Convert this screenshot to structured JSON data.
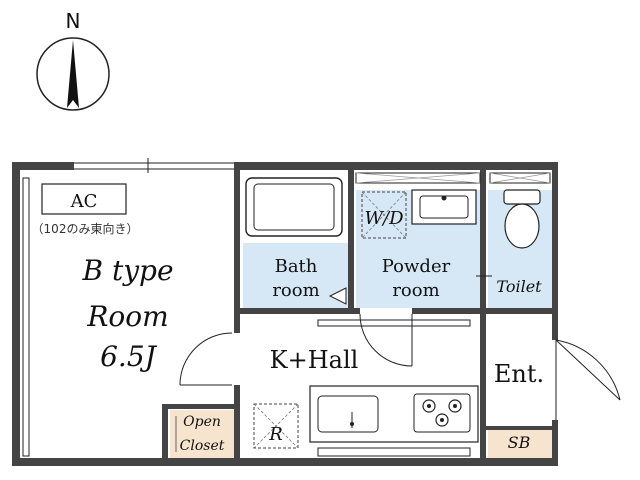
{
  "compass": {
    "north_label": "N"
  },
  "rooms": {
    "main_room_type": "B type",
    "main_room_name": "Room",
    "main_room_size": "6.5J",
    "ac_label": "AC",
    "ac_note": "（102のみ東向き）",
    "closet_line1": "Open",
    "closet_line2": "Closet",
    "bath_line1": "Bath",
    "bath_line2": "room",
    "wd_label": "W/D",
    "powder_line1": "Powder",
    "powder_line2": "room",
    "toilet_label": "Toilet",
    "kitchen_label": "K+Hall",
    "entrance_label": "Ent.",
    "sb_label": "SB",
    "fridge_label": "R"
  },
  "colors": {
    "wet_area": "#d6e8f6",
    "storage": "#f6e4cf",
    "wall": "#444444",
    "line": "#222222"
  }
}
